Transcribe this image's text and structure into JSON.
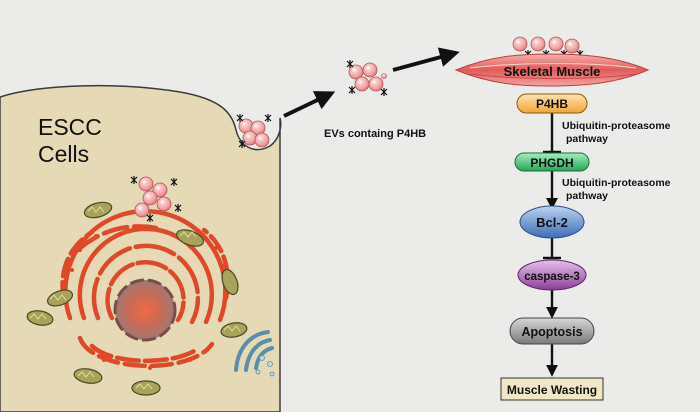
{
  "cell": {
    "line1": "ESCC",
    "line2": "Cells"
  },
  "ev_label": "EVs containg P4HB",
  "muscle_label": "Skeletal Muscle",
  "pathway": {
    "p4hb": "P4HB",
    "ub1_line1": "Ubiquitin-proteasome",
    "ub1_line2": "pathway",
    "phgdh": "PHGDH",
    "ub2_line1": "Ubiquitin-proteasome",
    "ub2_line2": "pathway",
    "bcl2": "Bcl-2",
    "caspase3": "caspase-3",
    "apoptosis": "Apoptosis",
    "wasting": "Muscle Wasting"
  },
  "colors": {
    "background": "#ebebea",
    "cell_fill": "#e6d9b6",
    "er": "#e44b2b",
    "p4hb": "#f7b24a",
    "phgdh": "#3bbf6a",
    "bcl2": "#4f7fc3",
    "caspase3": "#9b4fa6",
    "apoptosis": "#8c8c8c",
    "wasting": "#f1e7c6",
    "muscle": "#e36a6a",
    "ev": "#f2a3a3"
  }
}
